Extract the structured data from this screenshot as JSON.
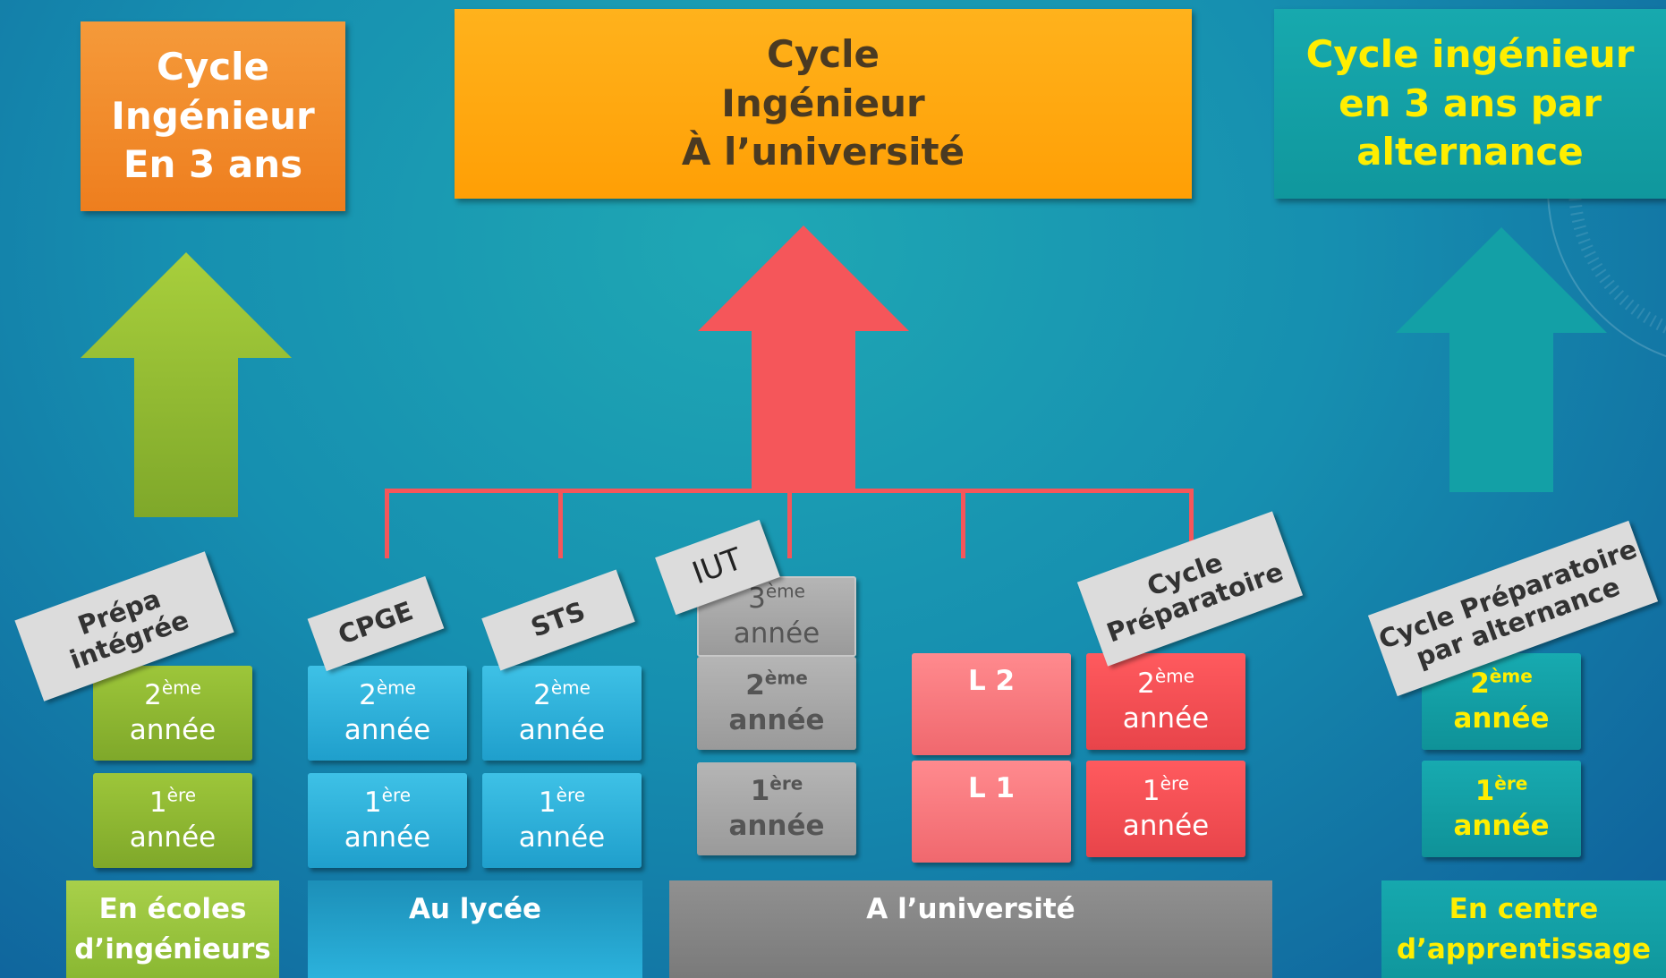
{
  "top": {
    "left": {
      "line1": "Cycle",
      "line2": "Ingénieur",
      "line3": "En 3 ans"
    },
    "middle": {
      "line1": "Cycle",
      "line2": "Ingénieur",
      "line3": "À l’université"
    },
    "right": {
      "line1": "Cycle ingénieur",
      "line2": "en 3 ans par",
      "line3": "alternance"
    }
  },
  "labels": {
    "prepa": {
      "line1": "Prépa",
      "line2": "intégrée"
    },
    "cpge": "CPGE",
    "sts": "STS",
    "iut": "IUT",
    "cycle_prep": {
      "line1": "Cycle",
      "line2": "Préparatoire"
    },
    "cycle_prep_alt": {
      "line1": "Cycle Préparatoire",
      "line2": "par alternance"
    }
  },
  "years": {
    "second_num": "2",
    "second_sup": "ème",
    "first_num": "1",
    "first_sup": "ère",
    "third_num": "3",
    "third_sup": "ème",
    "word": "année"
  },
  "licence": {
    "l2": "L 2",
    "l1": "L 1"
  },
  "base": {
    "ecoles": {
      "line1": "En écoles",
      "line2": "d’ingénieurs"
    },
    "lycee": "Au lycée",
    "universite": "A l’université",
    "apprentissage": {
      "line1": "En centre",
      "line2": "d’apprentissage"
    }
  },
  "colors": {
    "green": "#8db832",
    "blue": "#2eb2dc",
    "gray": "#a8a8a8",
    "pink": "#f87a7e",
    "red": "#f5565a",
    "teal": "#13a0a6",
    "orange": "#ffa30c",
    "orange_dark": "#f08228",
    "yellow_text": "#ffee00"
  }
}
